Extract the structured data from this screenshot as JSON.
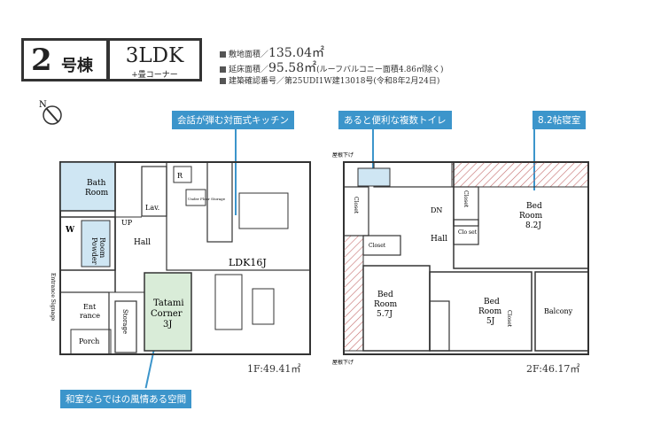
{
  "header": {
    "unit_number": "2",
    "unit_suffix": "号棟",
    "layout_type": "3LDK",
    "layout_sub": "+畳コーナー"
  },
  "specs": {
    "land_area_label": "敷地面積／",
    "land_area_value": "135.04㎡",
    "floor_area_label": "延床面積／",
    "floor_area_value": "95.58㎡",
    "floor_area_note": "(ルーフバルコニー面積4.86㎡除く)",
    "permit": "建築確認番号／第25UDI1W建13018号(令和8年2月24日)"
  },
  "callouts": {
    "kitchen": "会話が弾む対面式キッチン",
    "toilet": "あると便利な複数トイレ",
    "bedroom": "8.2帖寝室",
    "tatami": "和室ならではの風情ある空間"
  },
  "floors": {
    "first_area": "1F:49.41㎡",
    "second_area": "2F:46.17㎡"
  },
  "rooms1f": {
    "bath_1": "Bath",
    "bath_2": "Room",
    "lav": "Lav.",
    "powder_1": "Powder",
    "powder_2": "Room",
    "w_mark": "W",
    "up": "UP",
    "hall": "Hall",
    "ldk": "LDK16J",
    "under_floor": "Under Floor Storage",
    "tatami_1": "Tatami",
    "tatami_2": "Corner",
    "tatami_3": "3J",
    "storage": "Storage",
    "ent_1": "Ent",
    "ent_2": "rance",
    "porch": "Porch",
    "entrance_signage": "Entrance Signage",
    "r_mark": "R"
  },
  "rooms2f": {
    "roof_lower": "屋根下げ",
    "dn": "DN",
    "closet": "Closet",
    "closet_short": "Clo set",
    "hall": "Hall",
    "bed1_1": "Bed",
    "bed1_2": "Room",
    "bed1_3": "8.2J",
    "bed2_1": "Bed",
    "bed2_2": "Room",
    "bed2_3": "5.7J",
    "bed3_1": "Bed",
    "bed3_2": "Room",
    "bed3_3": "5J",
    "balcony": "Balcony"
  },
  "compass": {
    "label": "N"
  },
  "colors": {
    "callout": "#3c95cb",
    "tatami": "#d9ecd8",
    "bath": "#cfe6f3",
    "hatch": "#c56f6f"
  }
}
